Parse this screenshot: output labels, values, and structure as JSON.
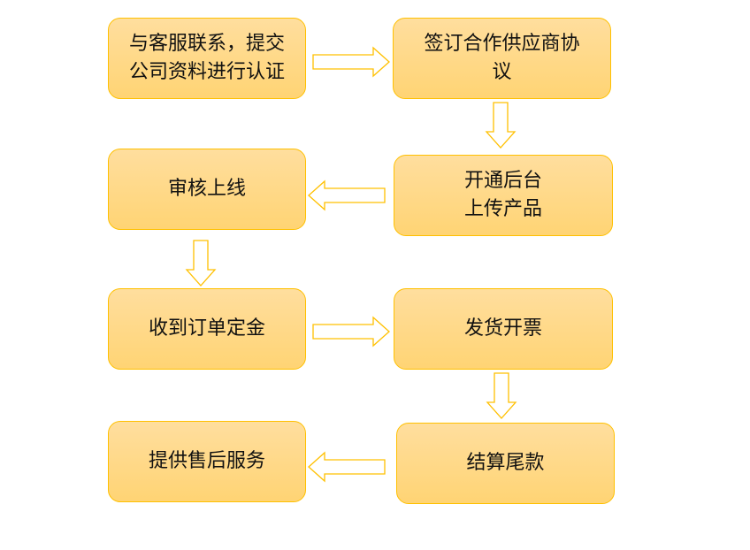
{
  "steps": [
    "与客服联系，提交\n公司资料进行认证",
    "签订合作供应商协\n议",
    "审核上线",
    "开通后台\n上传产品",
    "收到订单定金",
    "发货开票",
    "提供售后服务",
    "结算尾款"
  ]
}
